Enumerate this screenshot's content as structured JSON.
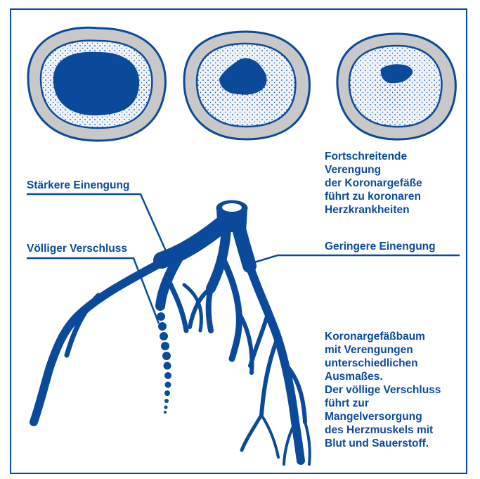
{
  "colors": {
    "primary": "#0b4a9a",
    "wall": "#c8c8c8",
    "inner": "#eef3fa"
  },
  "labels": {
    "staerkere": "Stärkere Einengung",
    "voelliger": "Völliger Verschluss",
    "geringere": "Geringere Einengung"
  },
  "text_progression": [
    "Fortschreitende",
    "Verengung",
    "der Koronargefäße",
    "führt zu koronaren",
    "Herzkrankheiten"
  ],
  "text_tree": [
    "Koronargefäßbaum",
    "mit Verengungen",
    "unterschiedlichen",
    "Ausmaßes.",
    "Der völlige Verschluss",
    "führt zur",
    "Mangelversorgung",
    "des Herzmuskels mit",
    "Blut und Sauerstoff."
  ]
}
